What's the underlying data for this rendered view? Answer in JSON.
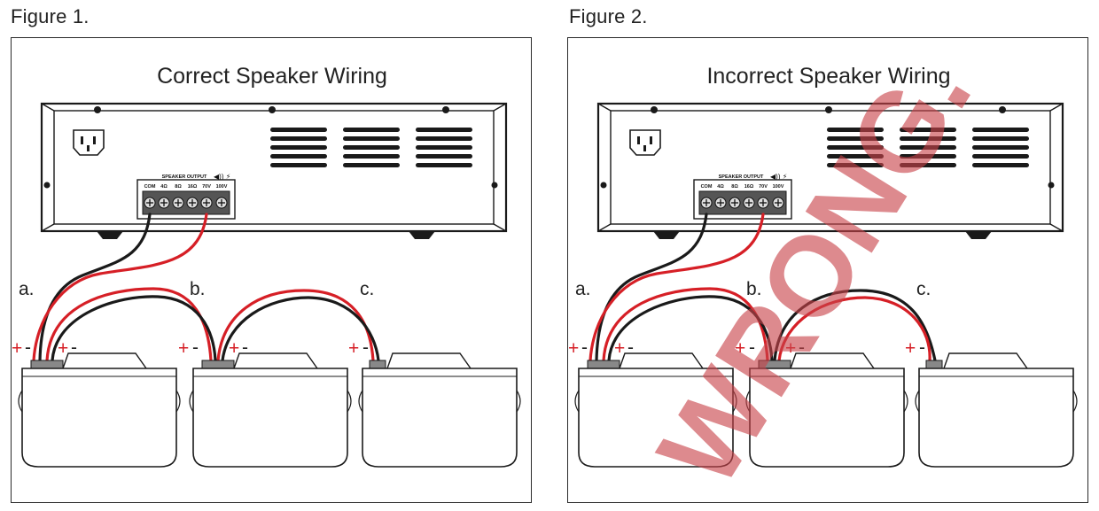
{
  "figures": [
    {
      "label": "Figure 1.",
      "title": "Correct Speaker Wiring",
      "amp": {
        "output_header": "SPEAKER OUTPUT",
        "terminals": [
          "COM",
          "4Ω",
          "8Ω",
          "16Ω",
          "70V",
          "100V"
        ]
      },
      "speaker_labels": [
        "a.",
        "b.",
        "c."
      ],
      "polarity": {
        "plus": "+",
        "minus": "-"
      },
      "wiring": "correct"
    },
    {
      "label": "Figure 2.",
      "title": "Incorrect Speaker Wiring",
      "amp": {
        "output_header": "SPEAKER OUTPUT",
        "terminals": [
          "COM",
          "4Ω",
          "8Ω",
          "16Ω",
          "70V",
          "100V"
        ]
      },
      "speaker_labels": [
        "a.",
        "b.",
        "c."
      ],
      "polarity": {
        "plus": "+",
        "minus": "-"
      },
      "wiring": "incorrect",
      "stamp": "WRONG."
    }
  ],
  "colors": {
    "positive_wire": "#d61f26",
    "negative_wire": "#1a1a1a",
    "stamp": "#c9434a"
  }
}
